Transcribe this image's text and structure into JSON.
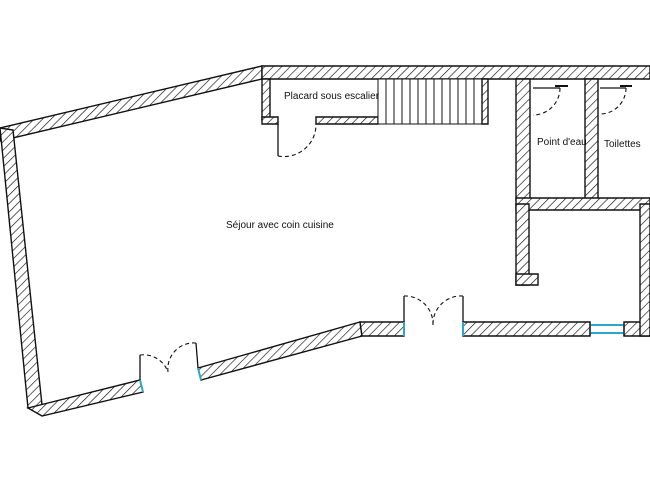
{
  "rooms": {
    "placard": "Placard sous escalier",
    "sejour": "Séjour avec coin cuisine",
    "point_eau": "Point d'eau",
    "toilettes": "Toilettes"
  },
  "colors": {
    "wall_stroke": "#111111",
    "glass": "#2aa7c9"
  }
}
